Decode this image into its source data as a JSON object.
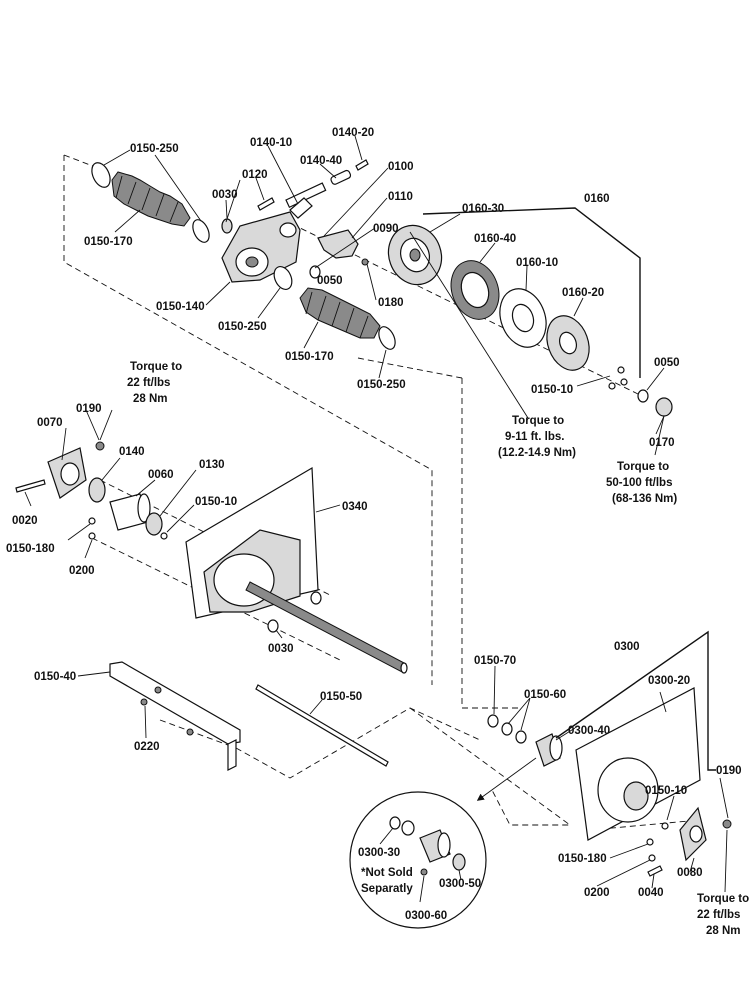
{
  "labels": {
    "p0150_250_a": "0150-250",
    "p0150_170_a": "0150-170",
    "p0140_10": "0140-10",
    "p0140_20": "0140-20",
    "p0140_40": "0140-40",
    "p0120": "0120",
    "p0100": "0100",
    "p0030_a": "0030",
    "p0110": "0110",
    "p0160": "0160",
    "p0160_30": "0160-30",
    "p0090": "0090",
    "p0160_40": "0160-40",
    "p0160_10": "0160-10",
    "p0050_a": "0050",
    "p0160_20": "0160-20",
    "p0150_140": "0150-140",
    "p0180": "0180",
    "p0150_250_b": "0150-250",
    "p0150_170_b": "0150-170",
    "p0150_250_c": "0150-250",
    "p0050_b": "0050",
    "p0150_10_a": "0150-10",
    "p0170": "0170",
    "p0070": "0070",
    "p0190_a": "0190",
    "p0140": "0140",
    "p0060": "0060",
    "p0130": "0130",
    "p0150_10_b": "0150-10",
    "p0340": "0340",
    "p0020": "0020",
    "p0150_180_a": "0150-180",
    "p0200_a": "0200",
    "p0030_b": "0030",
    "p0150_40": "0150-40",
    "p0150_50": "0150-50",
    "p0220": "0220",
    "p0150_70": "0150-70",
    "p0150_60": "0150-60",
    "p0300": "0300",
    "p0300_20": "0300-20",
    "p0300_40": "0300-40",
    "p0190_b": "0190",
    "p0150_10_c": "0150-10",
    "p0300_30": "0300-30",
    "p0300_50": "0300-50",
    "p0300_60": "0300-60",
    "p0150_180_b": "0150-180",
    "p0200_b": "0200",
    "p0040": "0040",
    "p0080": "0080"
  },
  "notes": {
    "torque_22_a": [
      "Torque to",
      "22 ft/lbs",
      "28 Nm"
    ],
    "torque_9_11": [
      "Torque to",
      "9-11 ft. lbs.",
      "(12.2-14.9 Nm)"
    ],
    "torque_50_100": [
      "Torque to",
      "50-100 ft/lbs",
      "(68-136 Nm)"
    ],
    "torque_22_b": [
      "Torque to",
      "22 ft/lbs",
      "28 Nm"
    ],
    "not_sold": [
      "*Not Sold",
      "Separatly"
    ]
  }
}
